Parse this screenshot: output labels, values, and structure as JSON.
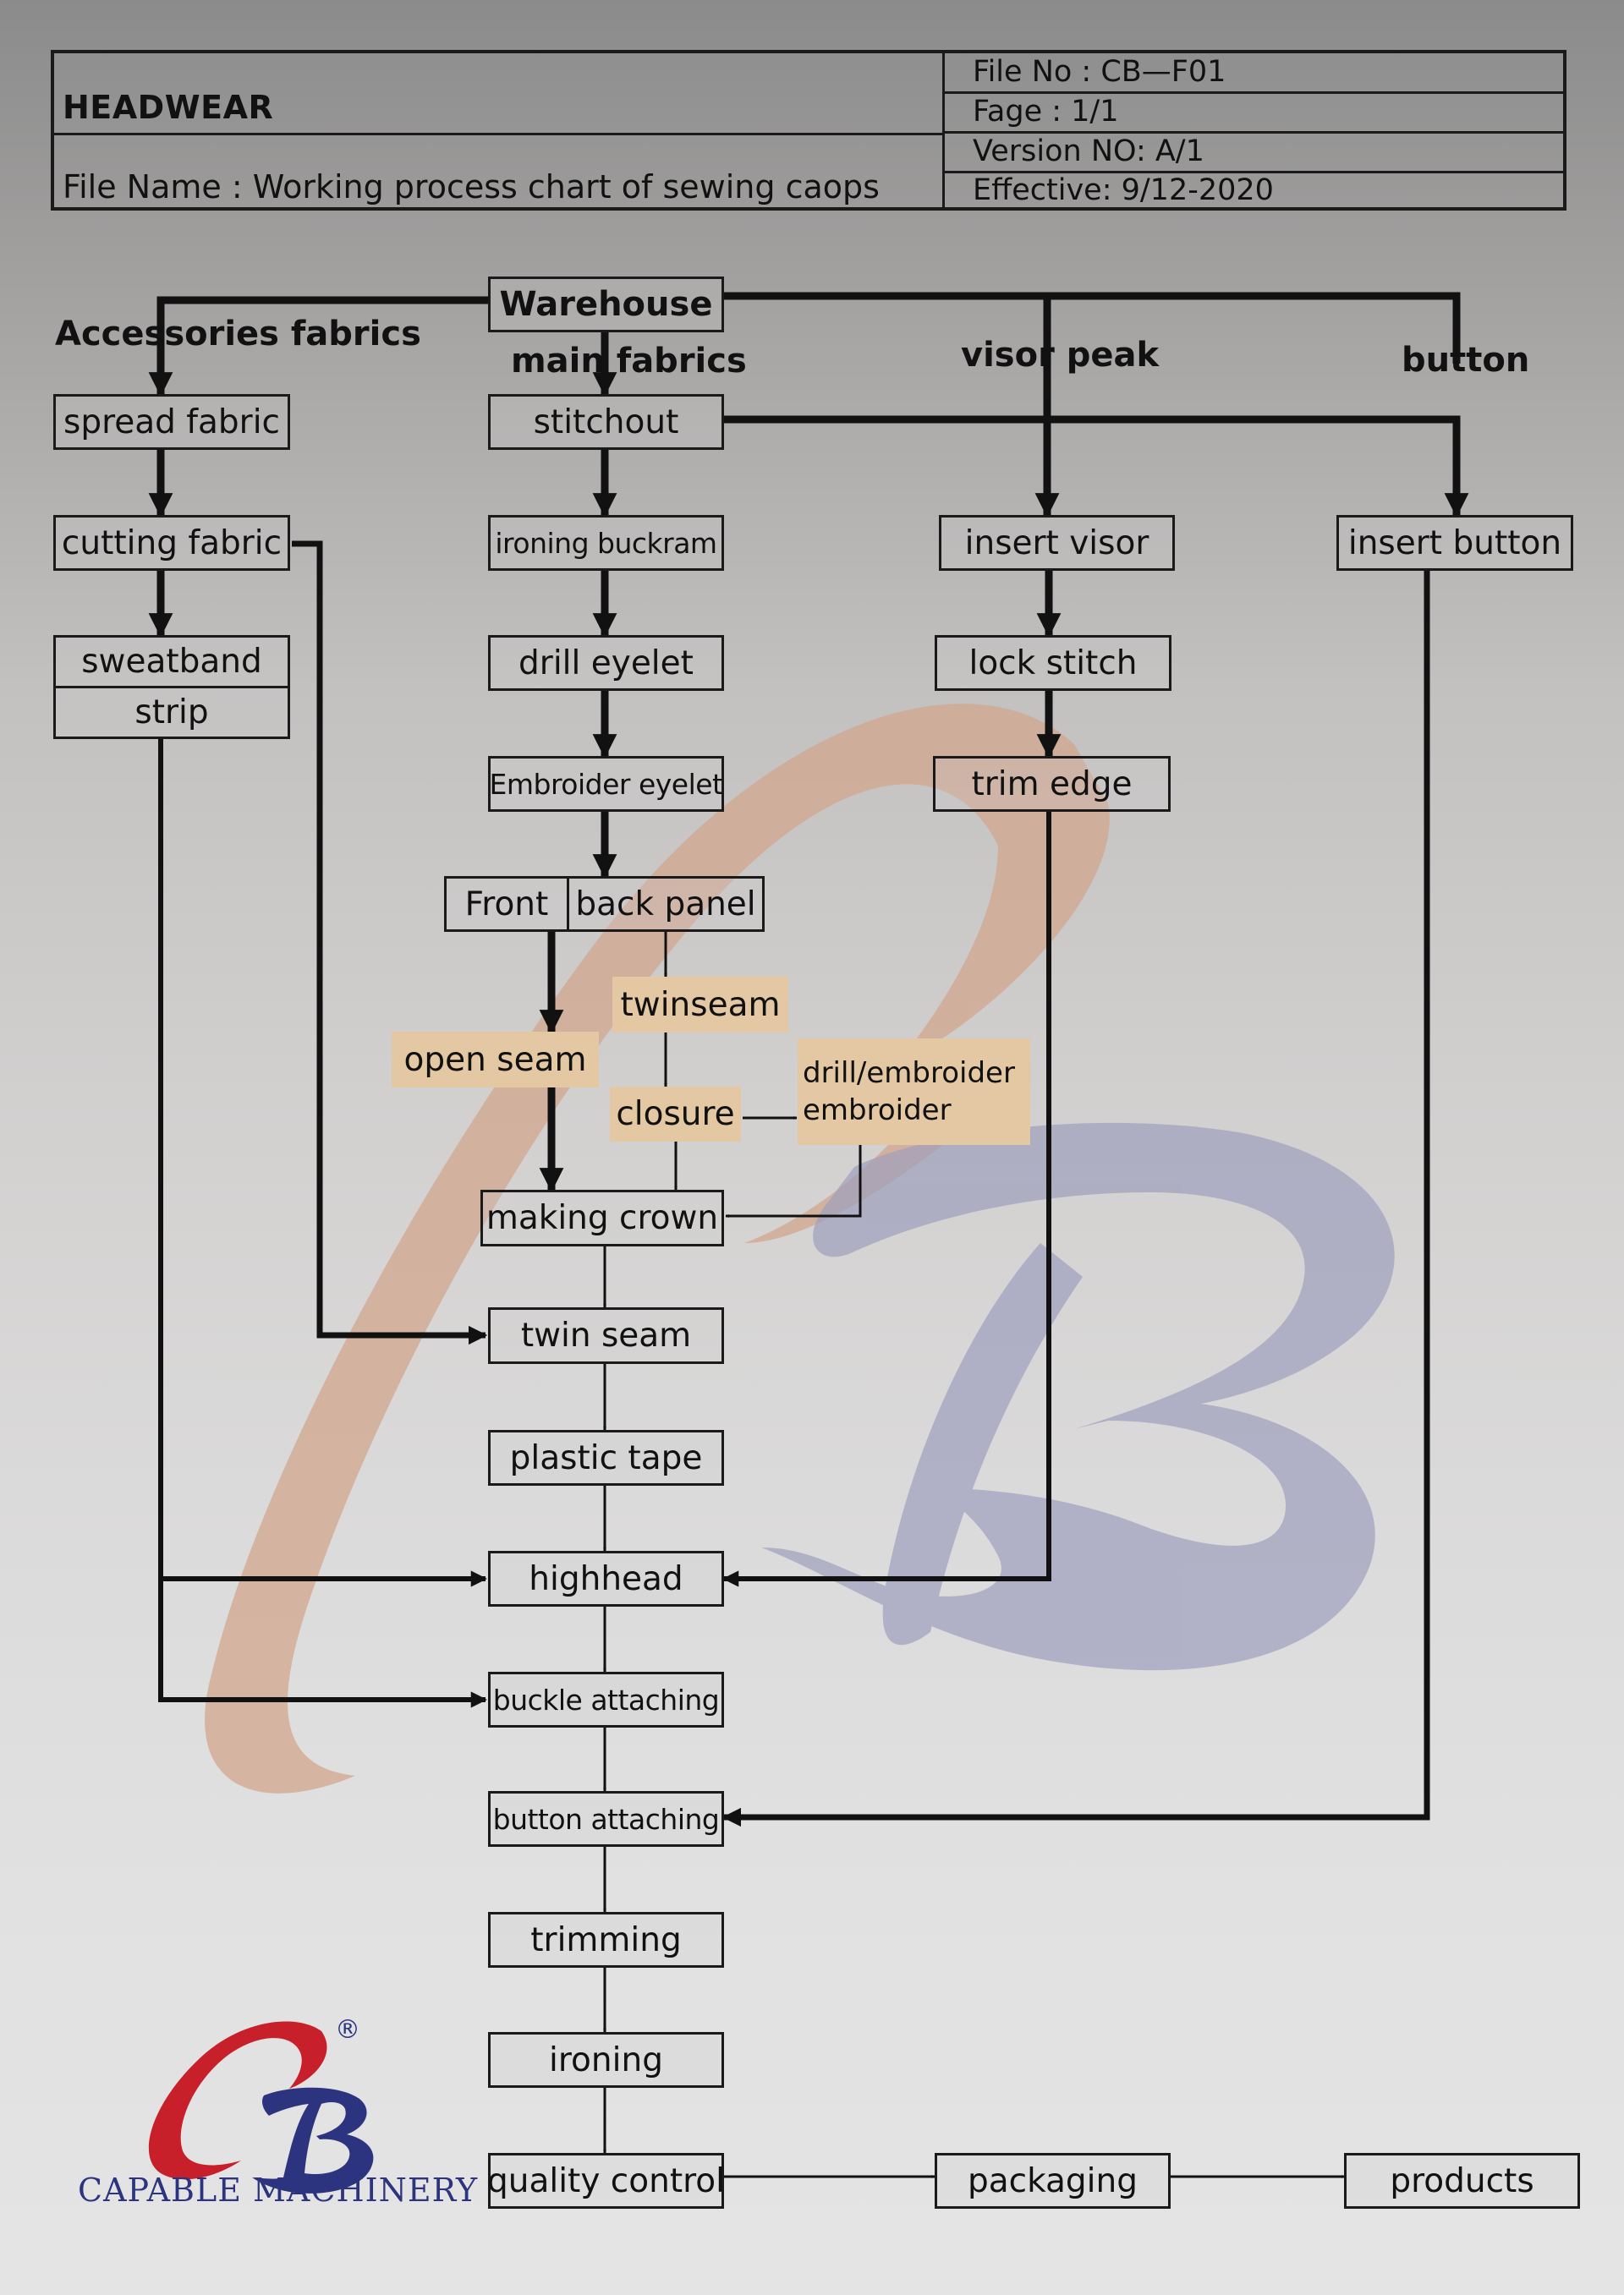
{
  "header": {
    "title": "HEADWEAR",
    "file_name": "File Name : Working process chart of sewing caops",
    "file_no": "File No : CB—F01",
    "page": "Fage : 1/1",
    "version": "Version NO: A/1",
    "effective": "Effective: 9/12-2020"
  },
  "colors": {
    "watermark_c": "#d2a68e",
    "watermark_b": "#9e9fbe",
    "highlight_fill": "#e3c8a3",
    "logo_red": "#c7202a",
    "logo_blue": "#2c3480"
  },
  "branch_labels": {
    "accessories": "Accessories fabrics",
    "main": "main fabrics",
    "visor": "visor peak",
    "button": "button"
  },
  "nodes": {
    "warehouse": "Warehouse",
    "spread_fabric": "spread fabric",
    "cutting_fabric": "cutting fabric",
    "sweatband": "sweatband",
    "strip": "strip",
    "stitchout": "stitchout",
    "ironing_buckram": "ironing buckram",
    "drill_eyelet": "drill eyelet",
    "embroider_eyelet": "Embroider eyelet",
    "front": "Front",
    "back_panel": "back panel",
    "twinseam": "twinseam",
    "open_seam": "open seam",
    "closure": "closure",
    "drill_embroider_1": "drill/embroider",
    "drill_embroider_2": "embroider",
    "making_crown": "making crown",
    "twin_seam": "twin seam",
    "plastic_tape": "plastic tape",
    "highhead": "highhead",
    "buckle_attaching": "buckle attaching",
    "button_attaching": "button attaching",
    "trimming": "trimming",
    "ironing": "ironing",
    "quality_control": "quality control",
    "packaging": "packaging",
    "products": "products",
    "insert_visor": "insert visor",
    "lock_stitch": "lock stitch",
    "trim_edge": "trim edge",
    "insert_button": "insert button"
  },
  "logo": {
    "brand_name": "CAPABLE MACHINERY",
    "monogram": "CB",
    "registered_mark": "®"
  }
}
